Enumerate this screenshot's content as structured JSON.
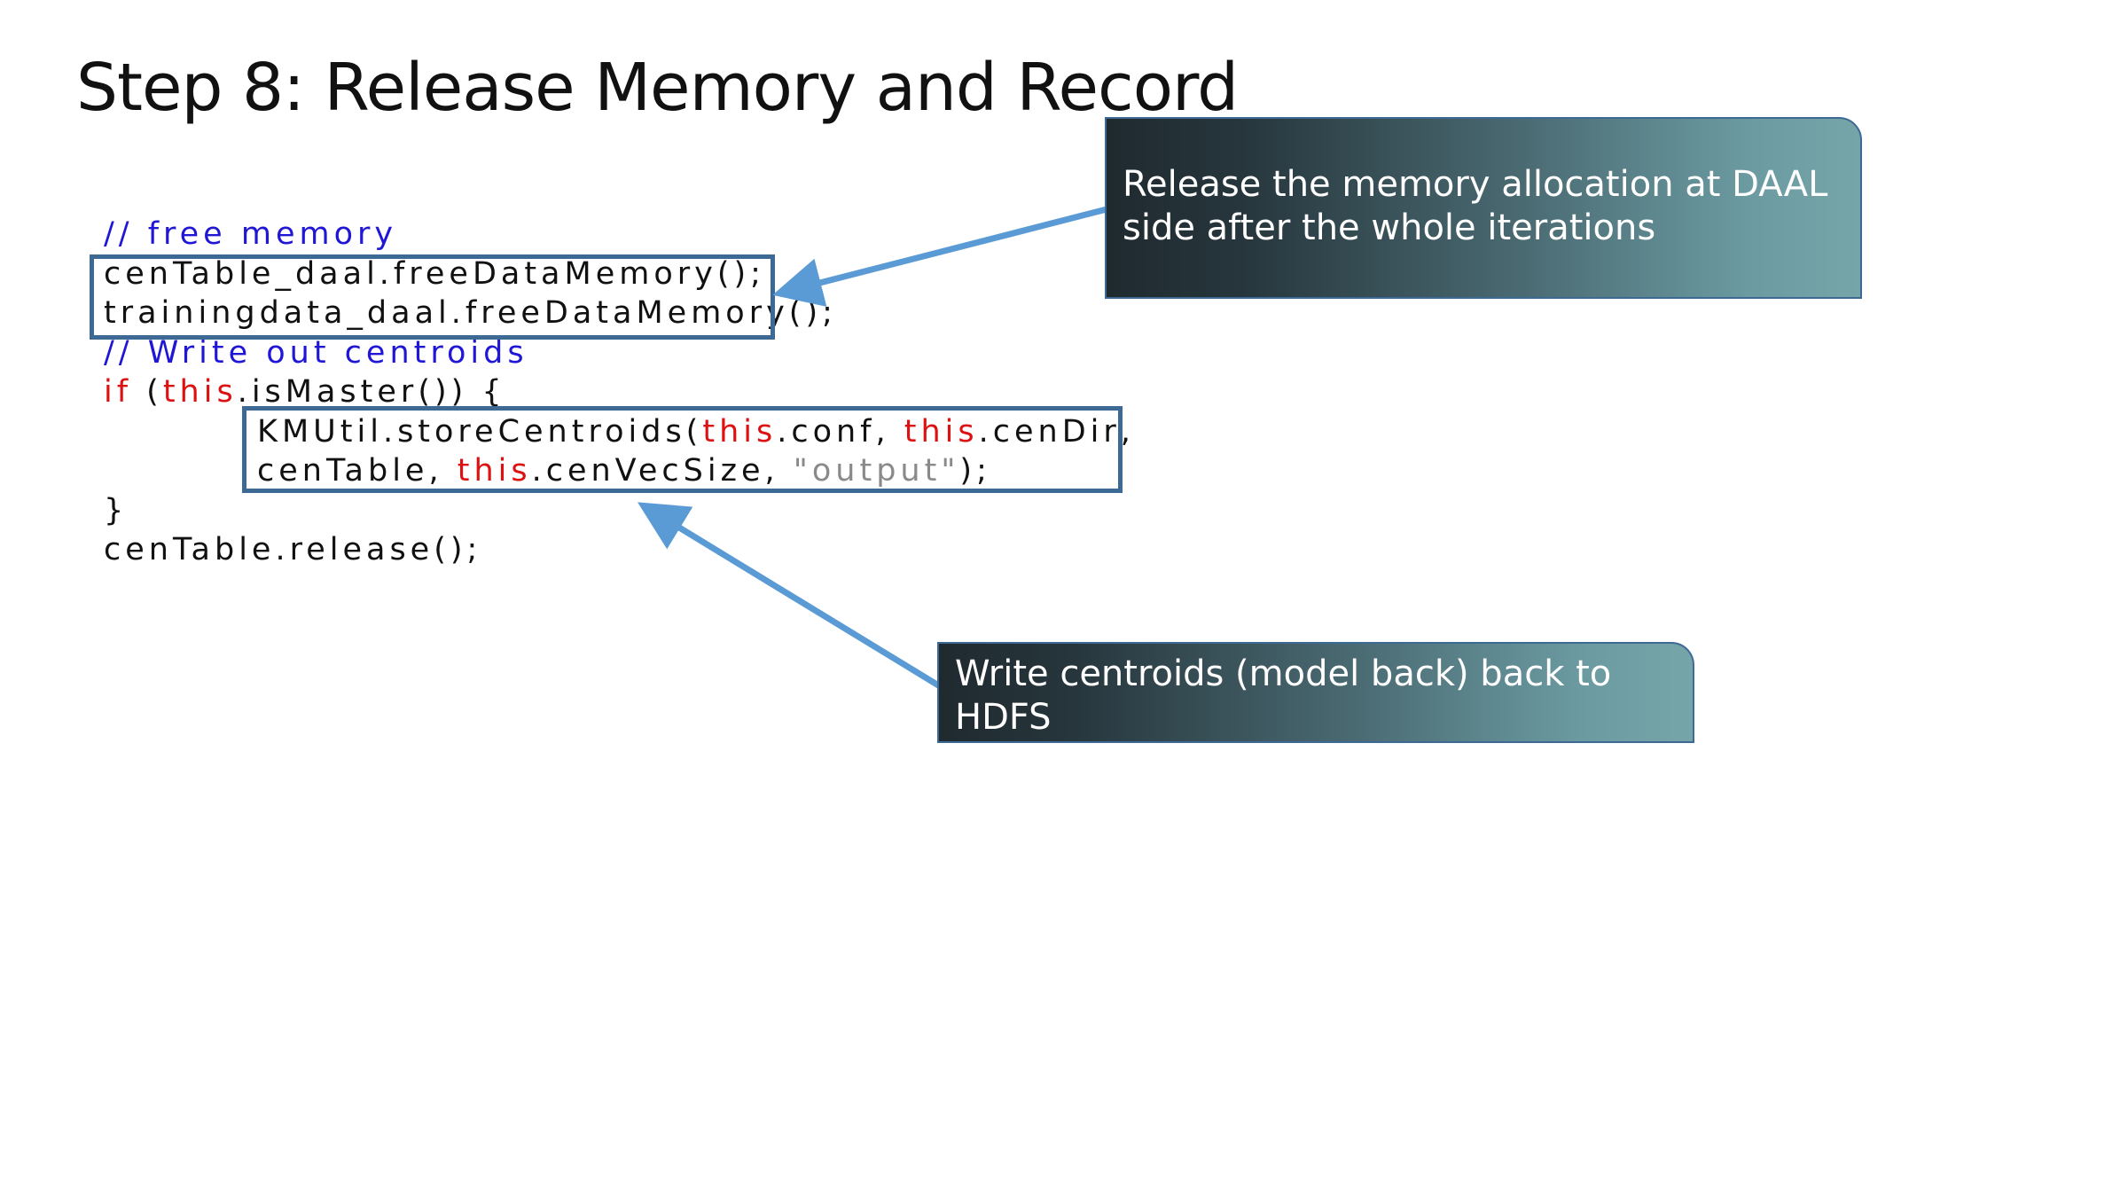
{
  "slide": {
    "title": "Step 8: Release Memory and Record"
  },
  "code": {
    "comment_free": "// free memory",
    "line_free_centable": "cenTable_daal.freeDataMemory();",
    "line_free_training": "trainingdata_daal.freeDataMemory();",
    "comment_write": "// Write out centroids",
    "if_keyword": "if",
    "if_open_paren": " (",
    "if_this": "this",
    "if_rest": ".isMaster()) {",
    "store_part1": "KMUtil.storeCentroids(",
    "store_this1": "this",
    "store_part2": ".conf, ",
    "store_this2": "this",
    "store_part3": ".cenDir,",
    "store2_part1": "cenTable, ",
    "store2_this": "this",
    "store2_part2": ".cenVecSize, ",
    "store2_string": "\"output\"",
    "store2_part3": ");",
    "closing_brace": "}",
    "release_line": "cenTable.release();"
  },
  "callouts": {
    "release_text": "Release the memory allocation at DAAL side after the whole iterations",
    "write_text": "Write centroids (model back) back to HDFS"
  },
  "colors": {
    "comment": "#1f16d6",
    "keyword": "#dd1111",
    "string": "#8a8a8a",
    "box_border": "#3d6a95",
    "arrow": "#5b9bd5"
  }
}
